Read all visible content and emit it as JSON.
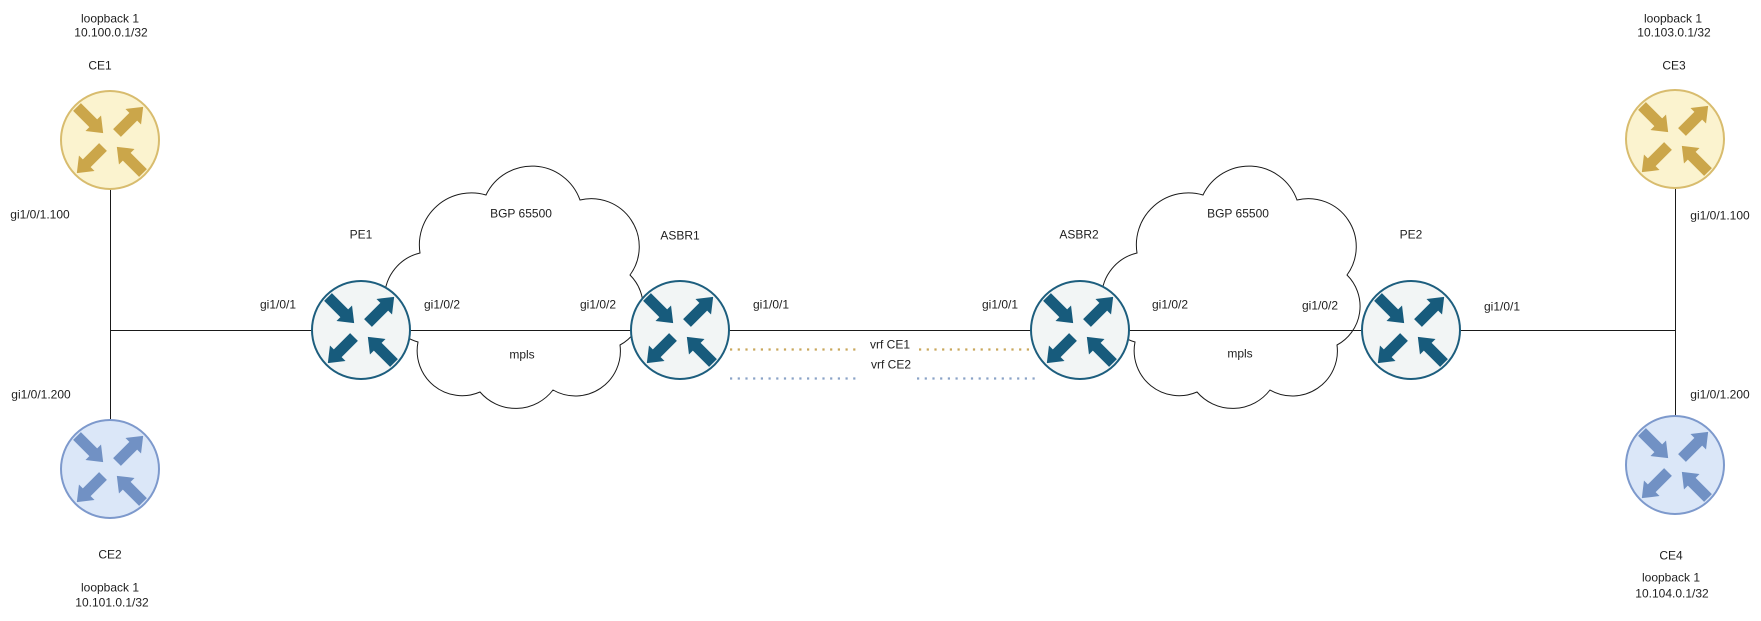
{
  "colors": {
    "canvas-bg": "#ffffff",
    "text": "#1e1e1e",
    "line": "#1a1a1a",
    "pe-fill": "#f2f5f5",
    "pe-stroke": "#1d5e7e",
    "pe-arrow": "#175b7c",
    "ce-yellow-fill": "#fbf3cf",
    "ce-yellow-stroke": "#d8bc6e",
    "ce-yellow-arrow": "#cba64a",
    "ce-blue-fill": "#dbe7f8",
    "ce-blue-stroke": "#7d99cc",
    "ce-blue-arrow": "#7191c4",
    "vrf-ce1": "#c9a85c",
    "vrf-ce2": "#8ba3c7"
  },
  "nodes": {
    "ce1": {
      "label": "CE1",
      "loopback_name": "loopback 1",
      "loopback_ip": "10.100.0.1/32",
      "interface": "gi1/0/1.100"
    },
    "ce2": {
      "label": "CE2",
      "loopback_name": "loopback 1",
      "loopback_ip": "10.101.0.1/32",
      "interface": "gi1/0/1.200"
    },
    "ce3": {
      "label": "CE3",
      "loopback_name": "loopback 1",
      "loopback_ip": "10.103.0.1/32",
      "interface": "gi1/0/1.100"
    },
    "ce4": {
      "label": "CE4",
      "loopback_name": "loopback 1",
      "loopback_ip": "10.104.0.1/32",
      "interface": "gi1/0/1.200"
    },
    "pe1": {
      "label": "PE1",
      "if_left": "gi1/0/1",
      "if_right": "gi1/0/2"
    },
    "asbr1": {
      "label": "ASBR1",
      "if_left": "gi1/0/2",
      "if_right": "gi1/0/1"
    },
    "asbr2": {
      "label": "ASBR2",
      "if_left": "gi1/0/1",
      "if_right": "gi1/0/2"
    },
    "pe2": {
      "label": "PE2",
      "if_left": "gi1/0/2",
      "if_right": "gi1/0/1"
    }
  },
  "clouds": {
    "left": {
      "as_label": "BGP 65500",
      "core_label": "mpls"
    },
    "right": {
      "as_label": "BGP 65500",
      "core_label": "mpls"
    }
  },
  "vrf_links": {
    "ce1": {
      "label": "vrf CE1"
    },
    "ce2": {
      "label": "vrf CE2"
    }
  }
}
